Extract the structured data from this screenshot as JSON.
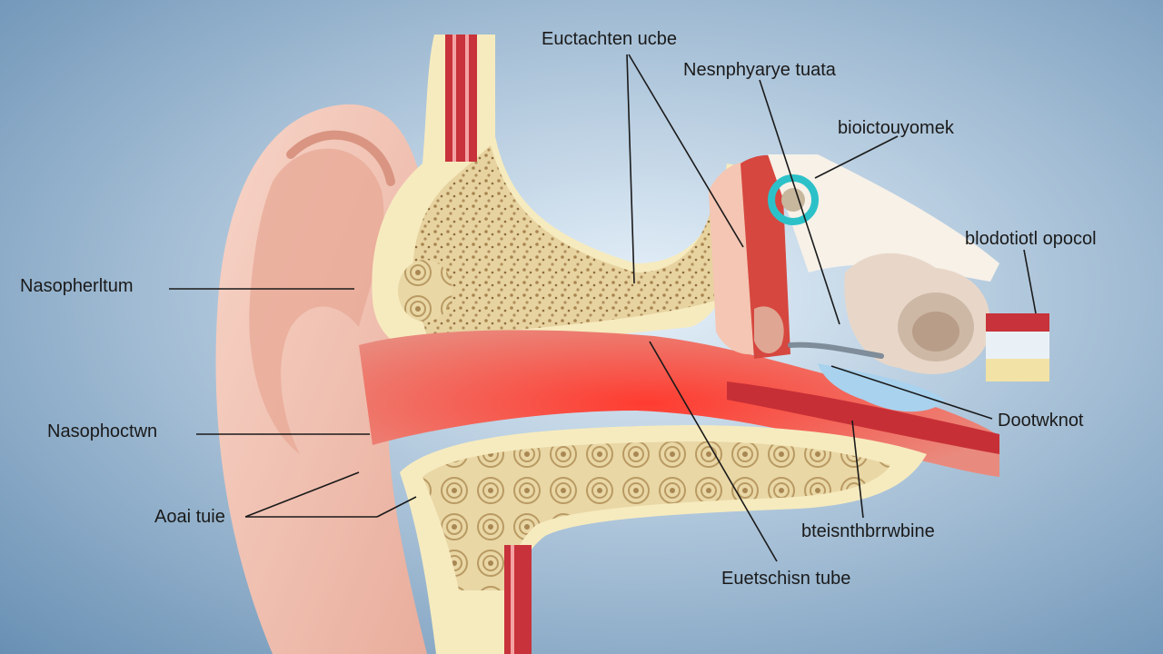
{
  "diagram": {
    "colors": {
      "background_center": "#e6f1fa",
      "background_edge": "#5d87ad",
      "skin": "#f2c3b3",
      "skin_shadow": "#dc9c8a",
      "bone": "#f6ebbf",
      "bone_spongy": "#c9aa74",
      "canal_red": "#e64a46",
      "vessel_red": "#c72f36",
      "membrane_teal": "#2cc1c8",
      "fluid_blue": "#a8d2ee",
      "leader_line": "#1a1a1a"
    },
    "labels": {
      "top_center": "Euctachten ucbe",
      "top_right": "Nesnphyarye tuata",
      "right_upper": "bioictouyomek",
      "right_middle": "blodotiotl opocol",
      "left_upper": "Nasopherltum",
      "left_middle": "Nasophoctwn",
      "left_lower": "Aoai tuie",
      "right_lower": "Dootwknot",
      "bottom_right": "bteisnthbrrwbine",
      "bottom_center": "Euetschisn tube"
    }
  }
}
